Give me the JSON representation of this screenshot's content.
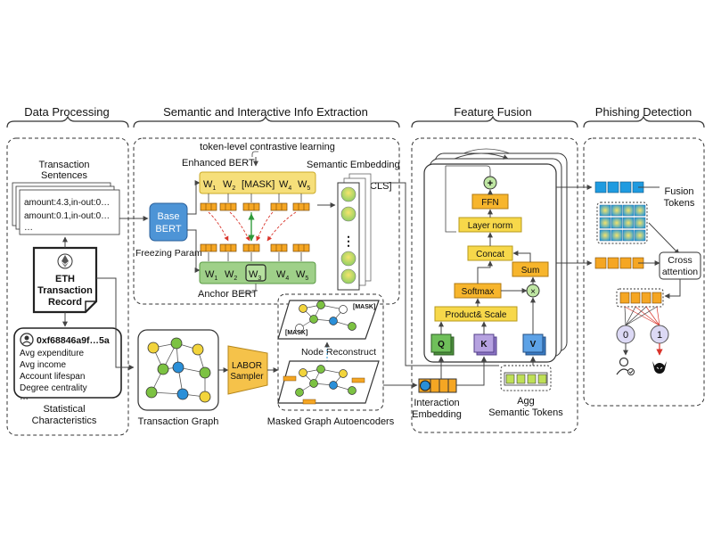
{
  "sections": {
    "data_processing": "Data Processing",
    "semantic_interactive": "Semantic and Interactive Info Extraction",
    "feature_fusion": "Feature Fusion",
    "phishing_detection": "Phishing Detection"
  },
  "data_processing": {
    "sentences_title_1": "Transaction",
    "sentences_title_2": "Sentences",
    "sentence_lines": [
      "amount:4.3,in-out:0…",
      "amount:0.1,in-out:0…",
      "…"
    ],
    "record_line_1": "ETH",
    "record_line_2": "Transaction",
    "record_line_3": "Record",
    "address": "0xf68846a9f…5a",
    "stats": [
      "Avg expenditure",
      "Avg income",
      "Account lifespan",
      "Degree centrality",
      "…"
    ],
    "stats_title_1": "Statistical",
    "stats_title_2": "Characteristics"
  },
  "semantic": {
    "contrastive_label": "token-level contrastive learning",
    "enhanced_bert": "Enhanced BERT",
    "anchor_bert": "Anchor BERT",
    "base_bert_1": "Base",
    "base_bert_2": "BERT",
    "freezing_param": "Freezing Param",
    "semantic_embedding": "Semantic Embedding",
    "cls": "[CLS]",
    "mask_token": "[MASK]",
    "dots": "⋮"
  },
  "graph": {
    "transaction_graph": "Transaction Graph",
    "labor_1": "LABOR",
    "labor_2": "Sampler",
    "mask": "[MASK]",
    "node_reconstruct": "Node Reconstruct",
    "masked_graph_autoencoders": "Masked Graph Autoencoders"
  },
  "fusion": {
    "ffn": "FFN",
    "layer_norm": "Layer norm",
    "concat": "Concat",
    "sum": "Sum",
    "softmax": "Softmax",
    "product_scale": "Product& Scale",
    "q": "Q",
    "k": "K",
    "v": "V",
    "interaction_embedding_1": "Interaction",
    "interaction_embedding_2": "Embedding",
    "agg_1": "Agg",
    "agg_2": "Semantic Tokens"
  },
  "detection": {
    "fusion_tokens_1": "Fusion",
    "fusion_tokens_2": "Tokens",
    "cross_attention_1": "Cross",
    "cross_attention_2": "attention",
    "label_0": "0",
    "label_1": "1"
  },
  "colors": {
    "token_blue": "#1f9be0",
    "token_yellow": "#f7d84a",
    "token_orange": "#f5a623",
    "bert_yellow": "#f6df7a",
    "bert_green": "#9fd089",
    "base_bert": "#4d94d6",
    "q_green": "#6fbf5a",
    "k_purple": "#b6a2e0",
    "v_blue": "#5da2e6",
    "node_green": "#7cc242",
    "node_yellow": "#f2d43c",
    "node_blue": "#2a8fd8",
    "arrow_red": "#d9342b"
  }
}
